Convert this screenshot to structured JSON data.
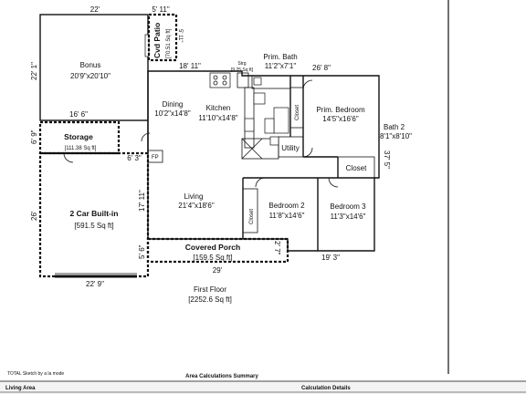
{
  "floor": {
    "title": "First Floor",
    "area": "[2252.6 Sq ft]"
  },
  "rooms": {
    "bonus_name": "Bonus",
    "bonus_dim": "20'9\"x20'10\"",
    "patio_name": "Cvd Patio",
    "patio_area": "[70.51 Sq ft]",
    "patio_dim": "11' 1\"",
    "storage_name": "Storage",
    "storage_area": "[111.38 Sq ft]",
    "dining_name": "Dining",
    "dining_dim": "10'2\"x14'8\"",
    "kitchen_name": "Kitchen",
    "kitchen_dim": "11'10\"x14'8\"",
    "strg_name": "Strg",
    "strg_area": "[9.25 Sq ft]",
    "prim_bath_name": "Prim. Bath",
    "prim_bath_dim": "11'2\"x7'1\"",
    "prim_bed_name": "Prim. Bedroom",
    "prim_bed_dim": "14'5\"x16'6\"",
    "bath2_name": "Bath 2",
    "bath2_dim": "8'1\"x8'10\"",
    "closet1": "Closet",
    "closet2": "Closet",
    "closet3": "Closet",
    "utility": "Utility",
    "fp": "FP",
    "garage_name": "2 Car Built-in",
    "garage_area": "[591.5 Sq ft]",
    "living_name": "Living",
    "living_dim": "21'4\"x18'6\"",
    "bed2_name": "Bedroom 2",
    "bed2_dim": "11'8\"x14'6\"",
    "bed3_name": "Bedroom 3",
    "bed3_dim": "11'3\"x14'6\"",
    "porch_name": "Covered Porch",
    "porch_area": "[159.5 Sq ft]"
  },
  "dims": {
    "top_22": "22'",
    "top_5_11": "5' 11\"",
    "left_22_1": "22' 1\"",
    "d_18_11": "18' 11\"",
    "d_26_8": "26' 8\"",
    "d_16_6": "16' 6\"",
    "d_6_9": "6' 9\"",
    "d_6_3": "6' 3\"",
    "d_37_5": "37' 5\"",
    "d_17_11": "17' 11\"",
    "d_26": "26'",
    "d_5_6": "5' 6\"",
    "d_2_7": "2' 7\"",
    "d_29": "29'",
    "d_19_3": "19' 3\"",
    "d_22_9": "22' 9\""
  },
  "footer": {
    "sketch_note": "TOTAL Sketch by a la mode",
    "summary_title": "Area Calculations Summary",
    "living_area": "Living Area",
    "calc_details": "Calculation Details"
  }
}
